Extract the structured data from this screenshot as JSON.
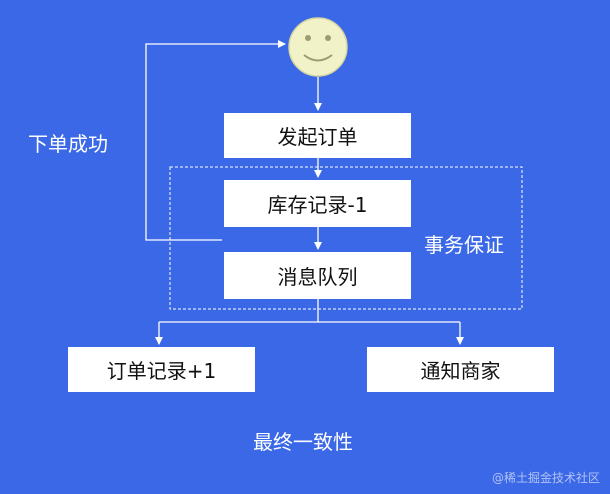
{
  "nodes": {
    "start": "发起订单",
    "inventory": "库存记录-1",
    "queue": "消息队列",
    "order_record": "订单记录+1",
    "notify": "通知商家"
  },
  "labels": {
    "success": "下单成功",
    "transaction": "事务保证",
    "consistency": "最终一致性"
  },
  "watermark": "@稀土掘金技术社区",
  "colors": {
    "background": "#3a68e6",
    "box": "#ffffff",
    "line": "#ffffff",
    "face": "#f2f2c8"
  },
  "icons": [
    "smiley-face-icon"
  ]
}
